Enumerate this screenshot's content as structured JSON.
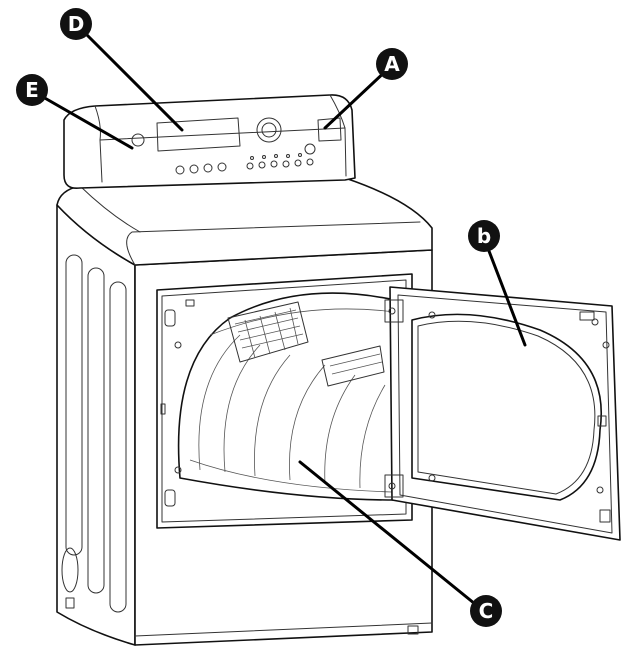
{
  "callouts": {
    "A": "A",
    "b": "b",
    "C": "C",
    "D": "D",
    "E": "E"
  },
  "colors": {
    "line": "#111111",
    "badge": "#111111",
    "badge_text": "#ffffff",
    "background": "#ffffff"
  }
}
